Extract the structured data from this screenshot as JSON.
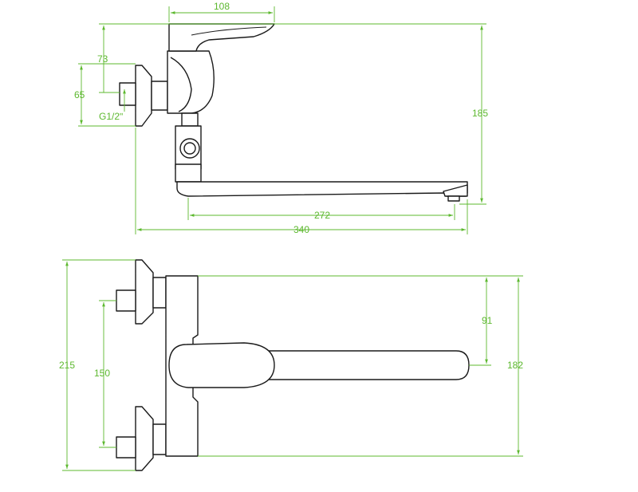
{
  "colors": {
    "dimension": "#5cb82e",
    "outline": "#1a1a1a",
    "background": "#ffffff"
  },
  "side_view": {
    "dims": {
      "handle_width": "108",
      "height_73": "73",
      "height_65": "65",
      "thread": "G1/2ʺ",
      "total_height": "185",
      "spout_reach": "272",
      "total_length": "340"
    }
  },
  "top_view": {
    "dims": {
      "total_width": "215",
      "inlet_spacing": "150",
      "handle_offset": "91",
      "body_width": "182"
    }
  }
}
